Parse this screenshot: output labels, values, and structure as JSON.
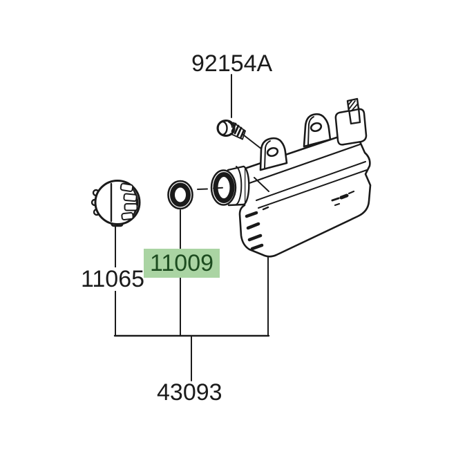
{
  "diagram": {
    "background": "#ffffff",
    "line_color": "#1a1a1a",
    "highlight": {
      "background": "#aad4a3",
      "text_color": "#1d4c20"
    },
    "parts": [
      {
        "part_number": "92154A",
        "component": "screw",
        "highlighted": false
      },
      {
        "part_number": "11065",
        "component": "cap",
        "highlighted": false
      },
      {
        "part_number": "11009",
        "component": "o-ring",
        "highlighted": true
      },
      {
        "part_number": "43093",
        "component": "canister-body",
        "highlighted": false
      }
    ]
  }
}
